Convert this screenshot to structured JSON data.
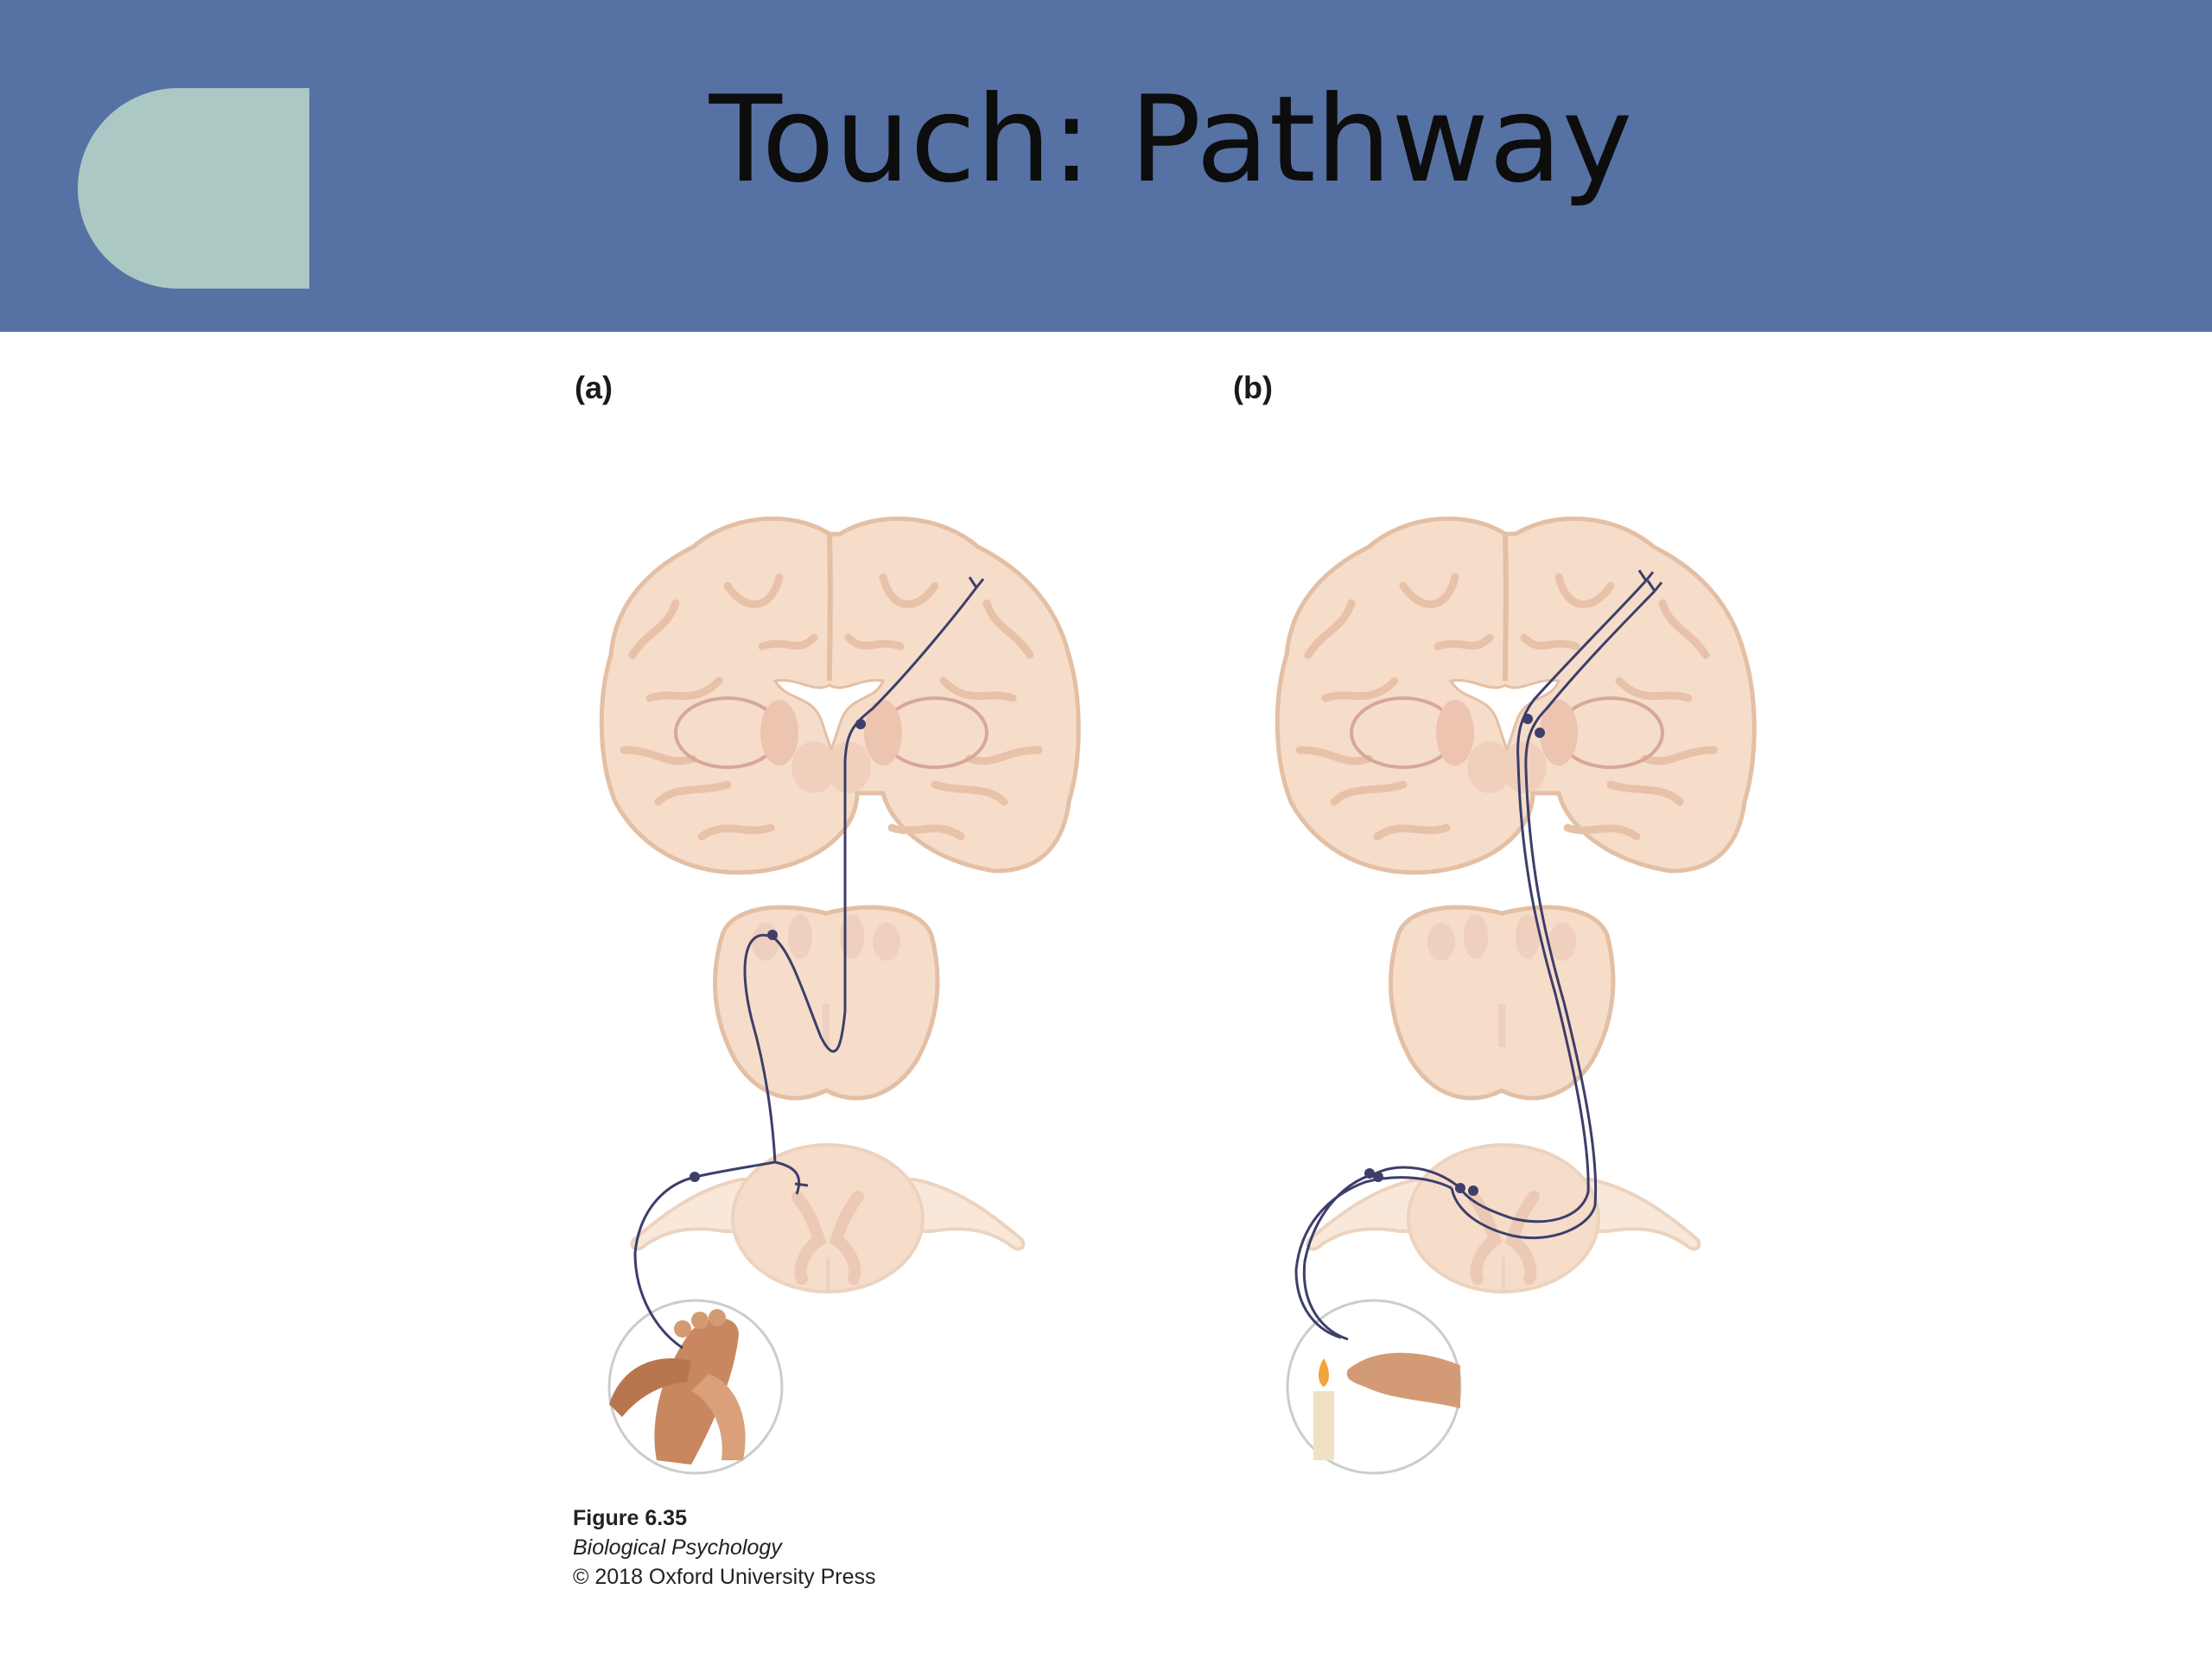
{
  "slide": {
    "title": "Touch: Pathway",
    "header_color": "#5672a4",
    "accent_color": "#acc8c4"
  },
  "figure": {
    "panel_a_label": "(a)",
    "panel_b_label": "(b)",
    "caption": {
      "figure_number": "Figure 6.35",
      "book_title": "Biological Psychology",
      "copyright": "© 2018 Oxford University Press"
    }
  },
  "colors": {
    "tissue_fill": "#f6ddc9",
    "tissue_outline": "#e3bfa4",
    "inner_matter": "#efd7c6",
    "nerve_path": "#3d3e6b",
    "skin": "#d4956b"
  },
  "icons": {
    "panel_a_inset": "hand-massaging-foot",
    "panel_b_inset": "hand-near-candle-flame"
  }
}
